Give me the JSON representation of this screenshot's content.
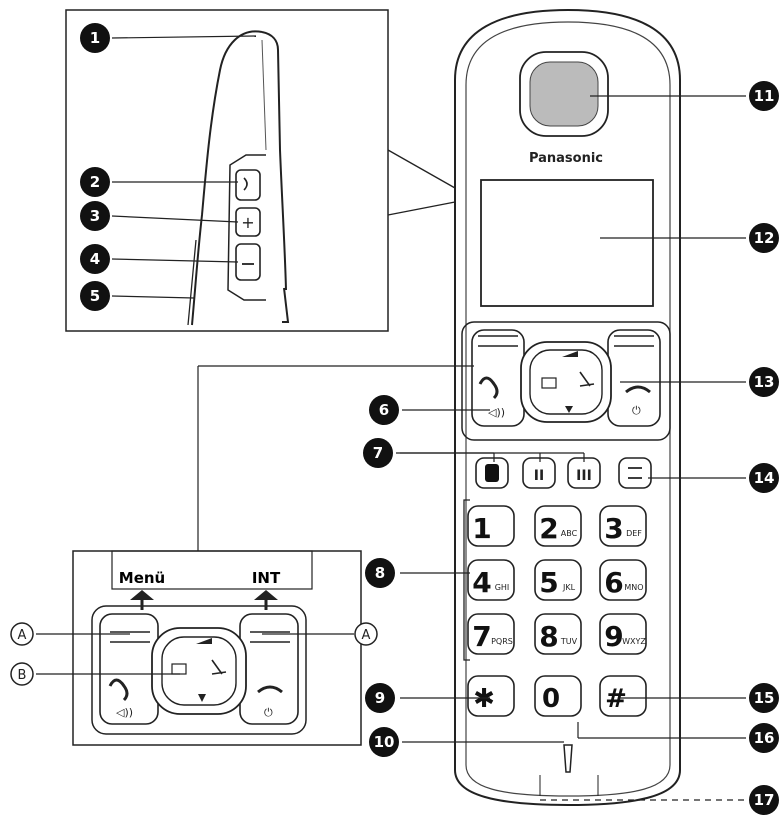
{
  "brand": "Panasonic",
  "callouts": [
    "1",
    "2",
    "3",
    "4",
    "5",
    "6",
    "7",
    "8",
    "9",
    "10",
    "11",
    "12",
    "13",
    "14",
    "15",
    "16",
    "17"
  ],
  "inset_labels": {
    "menu": "Menü",
    "int": "INT",
    "a": "A",
    "b": "B"
  },
  "keypad": {
    "digits": [
      "1",
      "2",
      "3",
      "4",
      "5",
      "6",
      "7",
      "8",
      "9",
      "0"
    ],
    "letters": [
      "",
      "ABC",
      "DEF",
      "GHI",
      "JKL",
      "MNO",
      "PQRS",
      "TUV",
      "WXYZ"
    ],
    "star": "✱",
    "hash": "#",
    "lines": [
      "I",
      "II",
      "III"
    ]
  }
}
